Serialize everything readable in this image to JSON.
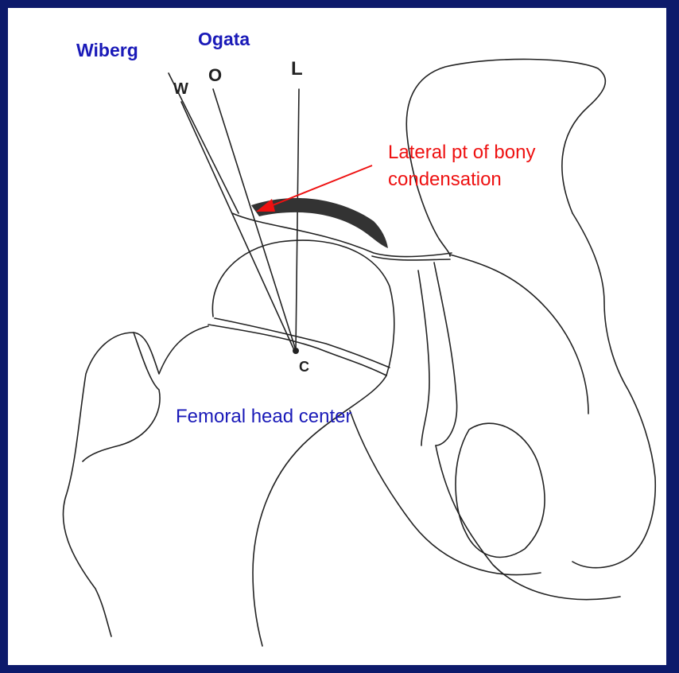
{
  "labels": {
    "wiberg": "Wiberg",
    "ogata": "Ogata",
    "lateral_pt": "Lateral pt of bony condensation",
    "femoral_center": "Femoral head center"
  },
  "line_letters": {
    "w": "W",
    "o": "O",
    "l": "L",
    "c": "C"
  },
  "colors": {
    "background": "#0d1a6b",
    "blue_text": "#1a1ab8",
    "red_text": "#ee1111",
    "line": "#222222"
  }
}
